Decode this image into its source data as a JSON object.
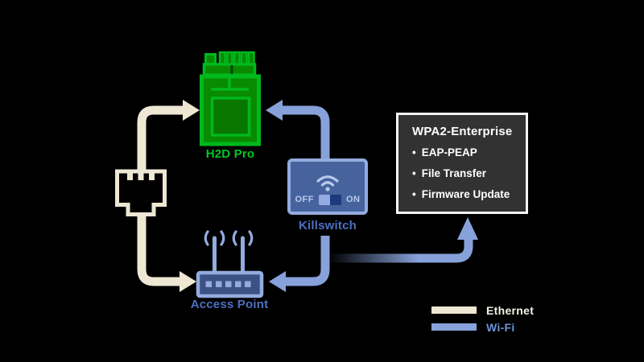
{
  "colors": {
    "background": "#000000",
    "ethernet": "#EDE7D3",
    "ethernet_text": "#F5F1E4",
    "wifi": "#87A2DA",
    "wifi_border": "#93ABDE",
    "wifi_light": "#B9C9EC",
    "wifi_text": "#6E92D8",
    "label_blue": "#4C70C0",
    "killswitch_fill": "#47639E",
    "access_point_fill": "#3C5186",
    "toggle_on_dark": "#1D3A7E",
    "green": "#00B81E",
    "green_label": "#00C822",
    "green_fill": "#0A8A00",
    "green_inner": "#077700",
    "info_bg": "#323232",
    "info_border": "#F6F6F6",
    "info_text": "#FFFFFF"
  },
  "nodes": {
    "h2d": {
      "label": "H2D Pro"
    },
    "killswitch": {
      "label": "Killswitch",
      "off_label": "OFF",
      "on_label": "ON"
    },
    "access_point": {
      "label": "Access Point"
    }
  },
  "info_box": {
    "title": "WPA2-Enterprise",
    "bullet": "•",
    "items": [
      "EAP-PEAP",
      "File Transfer",
      "Firmware Update"
    ]
  },
  "legend": {
    "items": [
      {
        "label": "Ethernet",
        "color": "#EDE7D3"
      },
      {
        "label": "Wi-Fi",
        "color": "#87A2DA"
      }
    ]
  },
  "icons": {
    "ethernet_port": "ethernet-port-icon",
    "killswitch_wifi": "wifi-icon",
    "toggle": "toggle-switch",
    "antennas": "antenna-icon",
    "arrows": [
      "ethernet-arrow",
      "wifi-arrow"
    ]
  }
}
